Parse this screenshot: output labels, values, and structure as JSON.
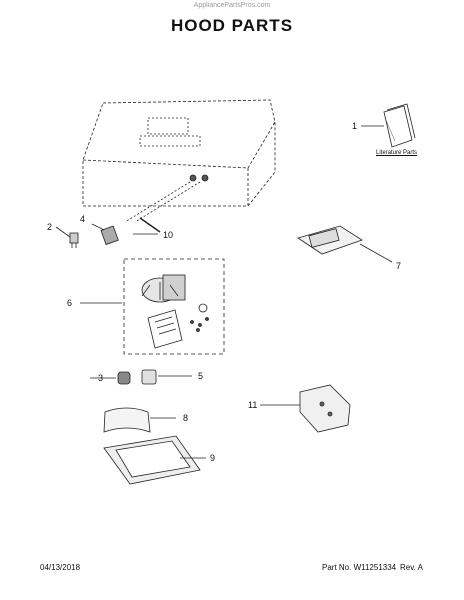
{
  "watermark": "AppliancePartsPros.com",
  "title": "HOOD PARTS",
  "literature_label": "Literature Parts",
  "callouts": [
    "1",
    "2",
    "3",
    "4",
    "5",
    "6",
    "7",
    "8",
    "9",
    "10",
    "11"
  ],
  "footer": {
    "date": "04/13/2018",
    "part_no": "Part No. W11251334",
    "rev": "Rev. A"
  }
}
